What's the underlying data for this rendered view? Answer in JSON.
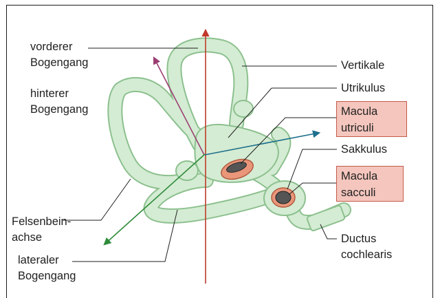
{
  "labels": {
    "vorderer_bogengang": [
      "vorderer",
      "Bogengang"
    ],
    "hinterer_bogengang": [
      "hinterer",
      "Bogengang"
    ],
    "felsenbeinachse": [
      "Felsenbein-",
      "achse"
    ],
    "lateraler_bogengang": [
      "lateraler",
      "Bogengang"
    ],
    "vertikale": "Vertikale",
    "utrikulus": "Utrikulus",
    "macula_utriculi": [
      "Macula",
      "utriculi"
    ],
    "sakkulus": "Sakkulus",
    "macula_sacculi": [
      "Macula",
      "sacculi"
    ],
    "ductus_cochlearis": [
      "Ductus",
      "cochlearis"
    ]
  },
  "colors": {
    "labyrinth_fill": "#d4ecd3",
    "labyrinth_stroke": "#8cc08e",
    "vertical_axis": "#c0392b",
    "anterior_axis": "#9b3d73",
    "horizontal_axis": "#1d6f8c",
    "petrous_axis": "#2e8b3a",
    "macula_fill": "#e9967a",
    "box_fill": "#f4c6bd"
  }
}
